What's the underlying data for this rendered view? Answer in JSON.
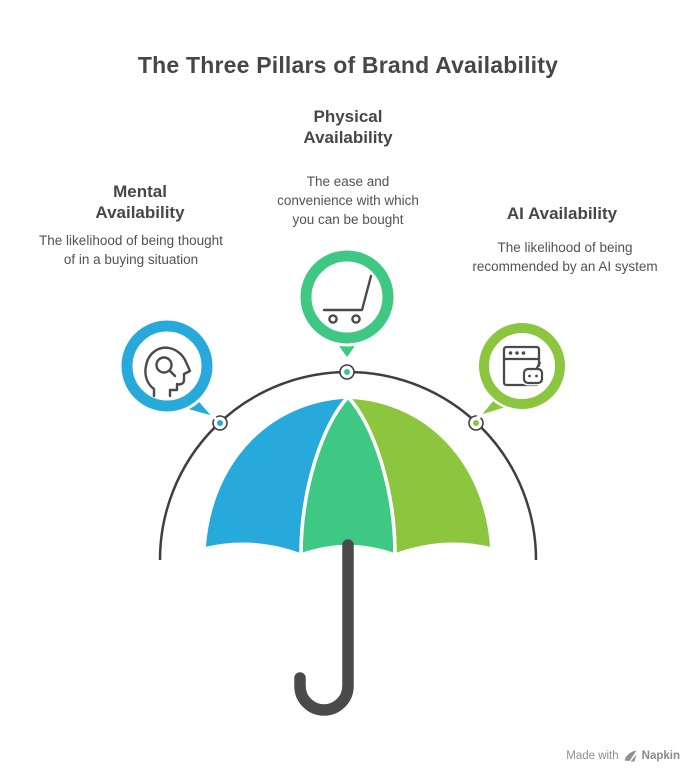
{
  "title": "The Three Pillars of Brand Availability",
  "pillars": [
    {
      "id": "mental",
      "heading": "Mental Availability",
      "description": "The likelihood of being thought of in a buying situation",
      "color": "#27A9DC",
      "icon": "head-search-icon"
    },
    {
      "id": "physical",
      "heading": "Physical Availability",
      "description": "The ease and convenience with which you can be bought",
      "color": "#3EC884",
      "icon": "shopping-cart-icon"
    },
    {
      "id": "ai",
      "heading": "AI Availability",
      "description": "The likelihood of being recommended by an AI system",
      "color": "#8CC63F",
      "icon": "browser-robot-icon"
    }
  ],
  "umbrella": {
    "panel_colors": [
      "#27A9DC",
      "#3EC884",
      "#8CC63F"
    ],
    "handle_color": "#4A4A4A"
  },
  "arc": {
    "color": "#3F3F3F"
  },
  "glyph_color": "#4A4A4A",
  "watermark": {
    "prefix": "Made with",
    "brand": "Napkin"
  }
}
